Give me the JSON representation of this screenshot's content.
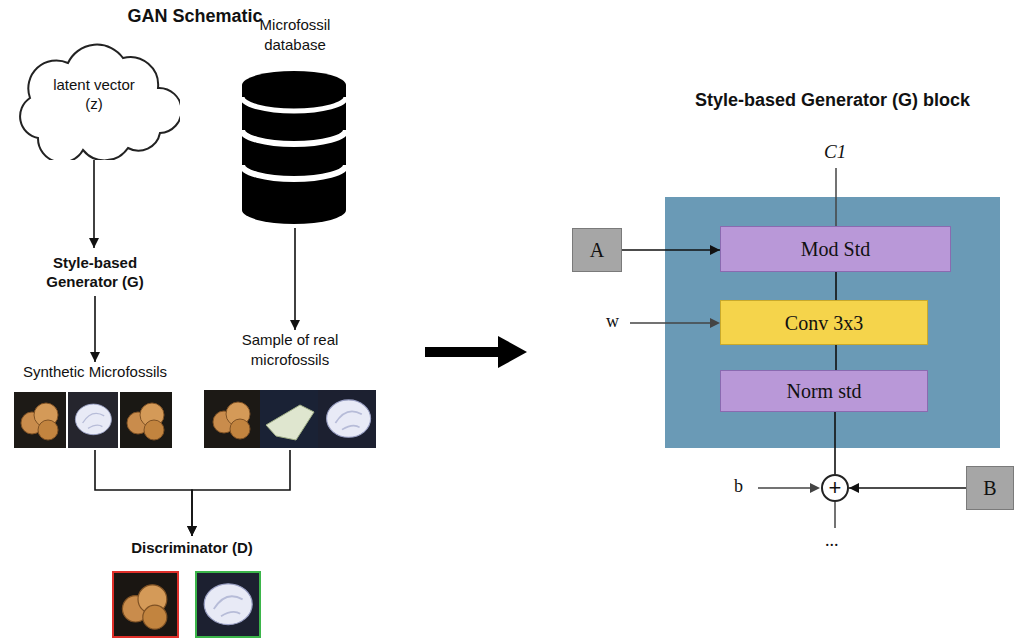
{
  "diagram": {
    "title": "GAN Schematic",
    "nodes": [
      {
        "text": [
          "latent vector (z)"
        ]
      },
      {
        "text": [
          "Microfossil database"
        ]
      },
      {
        "text": [
          "Style-based Generator (G)"
        ]
      },
      {
        "text": [
          "Sample of real microfossils"
        ]
      },
      {
        "text": [
          "Synthetic Microfossils"
        ]
      },
      {
        "text": [
          "Discriminator (D)"
        ]
      },
      {
        "text": [
          "Style-based Generator (G) block"
        ]
      },
      {
        "text": [
          "Mod Std"
        ],
        "in": 6
      },
      {
        "text": [
          "Conv 3x3"
        ],
        "in": 6
      },
      {
        "text": [
          "Norm std"
        ],
        "in": 6
      },
      {
        "text": [
          "A"
        ]
      },
      {
        "text": [
          "B"
        ]
      },
      {
        "text": [
          "+"
        ]
      }
    ],
    "edges": [
      {
        "from": 0,
        "to": 2,
        "arrow": "to"
      },
      {
        "from": 1,
        "to": 3,
        "arrow": "to"
      },
      {
        "from": 2,
        "to": 4,
        "arrow": "to"
      },
      {
        "from": 4,
        "to": 5,
        "arrow": "to"
      },
      {
        "from": 3,
        "to": 5,
        "arrow": "to"
      },
      {
        "from": 10,
        "to": 7,
        "arrow": "to"
      },
      {
        "from": 7,
        "to": 8,
        "arrow": "none"
      },
      {
        "from": 8,
        "to": 9,
        "arrow": "none"
      },
      {
        "from": 9,
        "to": 12,
        "arrow": "none"
      },
      {
        "from": 11,
        "to": 12,
        "arrow": "to"
      }
    ],
    "labels": [
      "C1",
      "w",
      "b",
      "..."
    ]
  }
}
